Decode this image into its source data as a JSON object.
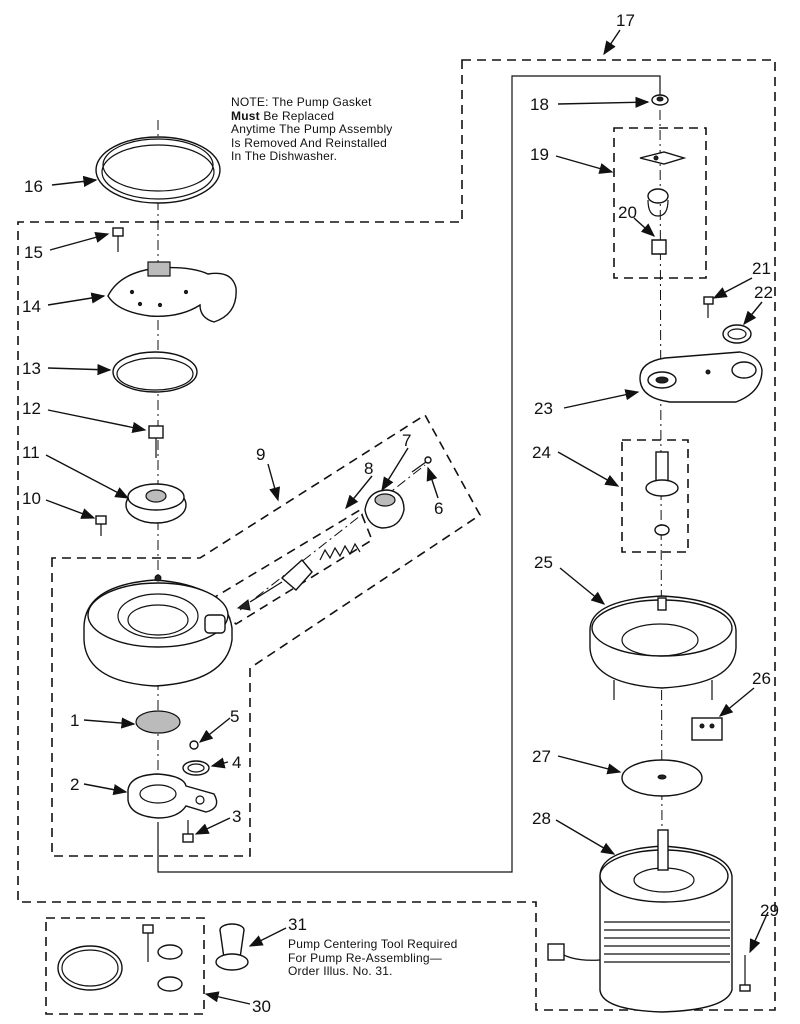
{
  "note": {
    "line1": "NOTE: The Pump Gasket",
    "line2_bold": "Must",
    "line2_rest": " Be Replaced",
    "line3": "Anytime The Pump Assembly",
    "line4": "Is Removed And Reinstalled",
    "line5": "In The Dishwasher."
  },
  "tool_note": {
    "line1": "Pump Centering Tool Required",
    "line2": "For Pump Re-Assembling—",
    "line3": "Order Illus. No. 31."
  },
  "labels": {
    "p1": "1",
    "p2": "2",
    "p3": "3",
    "p4": "4",
    "p5": "5",
    "p6": "6",
    "p7": "7",
    "p8": "8",
    "p9": "9",
    "p10": "10",
    "p11": "11",
    "p12": "12",
    "p13": "13",
    "p14": "14",
    "p15": "15",
    "p16": "16",
    "p17": "17",
    "p18": "18",
    "p19": "19",
    "p20": "20",
    "p21": "21",
    "p22": "22",
    "p23": "23",
    "p24": "24",
    "p25": "25",
    "p26": "26",
    "p27": "27",
    "p28": "28",
    "p29": "29",
    "p30": "30",
    "p31": "31"
  }
}
